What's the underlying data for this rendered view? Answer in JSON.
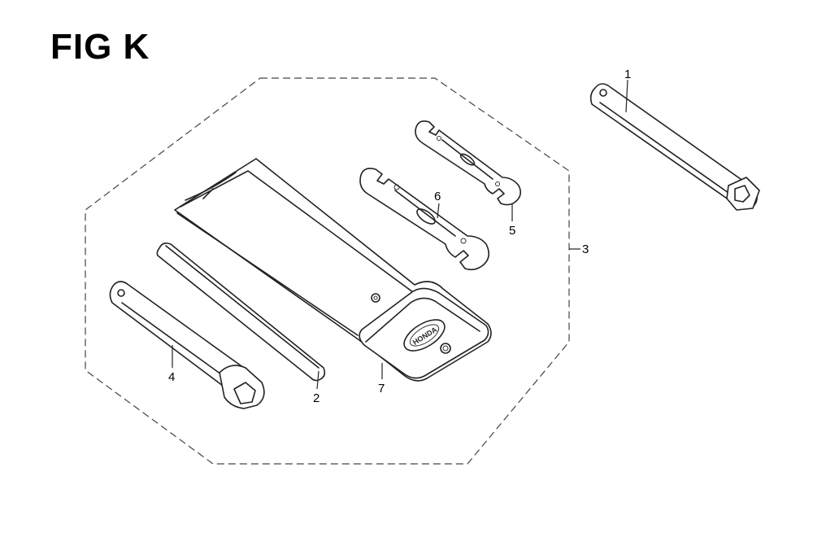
{
  "figure": {
    "title": "FIG K"
  },
  "callouts": {
    "part_1": "1",
    "part_2": "2",
    "part_3": "3",
    "part_4": "4",
    "part_5": "5",
    "part_6": "6",
    "part_7": "7"
  },
  "emblem_text": "HONDA"
}
